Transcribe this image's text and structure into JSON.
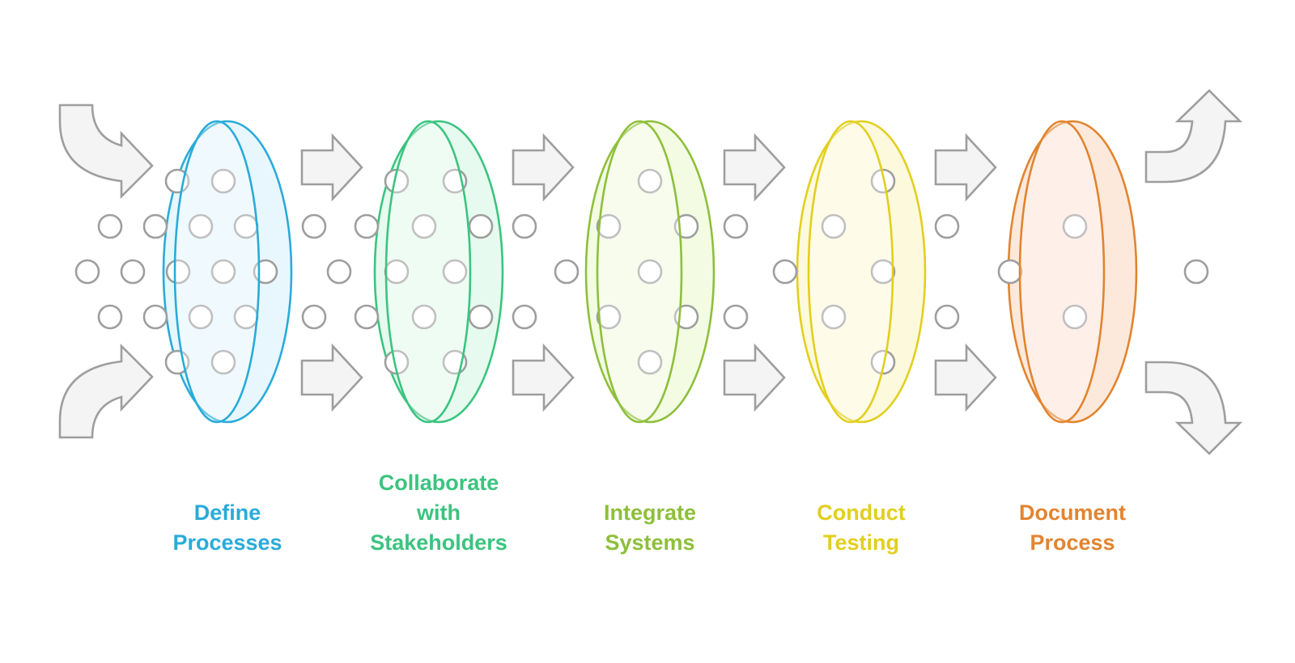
{
  "stages": [
    {
      "label": "Define\nProcesses",
      "color": "#29abd9",
      "fill": "#e8f7fd"
    },
    {
      "label": "Collaborate\nwith\nStakeholders",
      "color": "#3bc47f",
      "fill": "#e6faef"
    },
    {
      "label": "Integrate\nSystems",
      "color": "#8ebf3a",
      "fill": "#f3fbe3"
    },
    {
      "label": "Conduct\nTesting",
      "color": "#e2cf1e",
      "fill": "#fdf9dc"
    },
    {
      "label": "Document\nProcess",
      "color": "#e2842f",
      "fill": "#fde9dc"
    }
  ],
  "colors": {
    "arrow_fill": "#f4f4f4",
    "arrow_stroke": "#9e9e9e",
    "dot_stroke": "#9e9e9e"
  },
  "icons": [
    "curved-arrow-in-icon",
    "right-arrow-icon",
    "curved-arrow-out-icon",
    "particle-dot"
  ]
}
